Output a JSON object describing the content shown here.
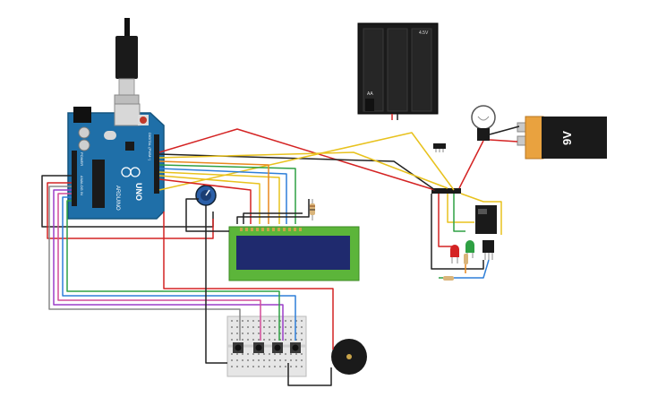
{
  "arduino": {
    "brand": "ARDUINO",
    "model": "UNO",
    "digital_header": "DIGITAL (PWM~)",
    "analog_header": "ANALOG IN",
    "power_header": "POWER"
  },
  "battery_pack": {
    "voltage": "4.5V",
    "model": "AA"
  },
  "battery_9v": {
    "label": "9V"
  },
  "colors": {
    "arduino_blue": "#1f6fa8",
    "wire_red": "#d42323",
    "wire_black": "#222222",
    "wire_yellow": "#e8c21e",
    "wire_green": "#2ea043",
    "wire_blue": "#2f7fd8",
    "wire_purple": "#9b3fc9",
    "wire_pink": "#d24b98",
    "wire_orange": "#e8891e",
    "lcd_screen": "#1f2a6e",
    "lcd_board": "#5cb53a",
    "battery_orange": "#e9a23f"
  },
  "components": [
    {
      "name": "Arduino Uno",
      "icon": "arduino-board-icon"
    },
    {
      "name": "USB cable",
      "icon": "usb-plug-icon"
    },
    {
      "name": "Potentiometer",
      "icon": "potentiometer-icon"
    },
    {
      "name": "16x2 LCD",
      "icon": "lcd-icon"
    },
    {
      "name": "Breadboard mini",
      "icon": "breadboard-icon"
    },
    {
      "name": "Pushbuttons",
      "icon": "pushbutton-icon"
    },
    {
      "name": "Piezo buzzer",
      "icon": "buzzer-icon"
    },
    {
      "name": "Light bulb",
      "icon": "lightbulb-icon"
    },
    {
      "name": "Relay",
      "icon": "relay-icon"
    },
    {
      "name": "Red LED",
      "icon": "led-red-icon"
    },
    {
      "name": "Green LED",
      "icon": "led-green-icon"
    },
    {
      "name": "Transistor",
      "icon": "transistor-icon"
    },
    {
      "name": "Slide switch",
      "icon": "switch-icon"
    }
  ]
}
